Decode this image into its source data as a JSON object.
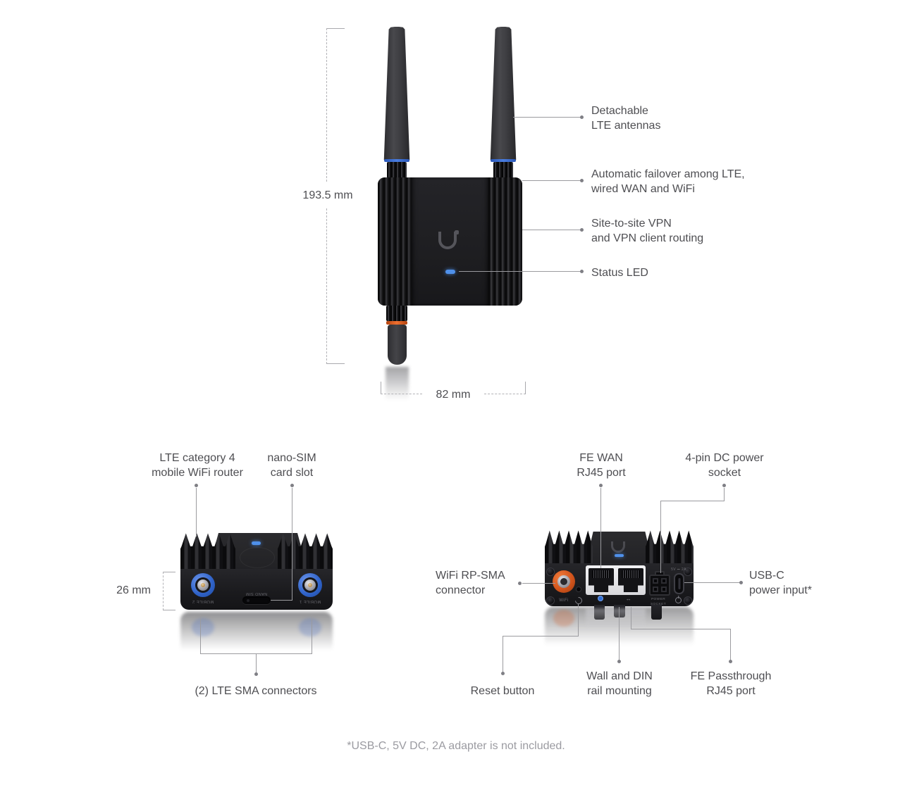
{
  "colors": {
    "background": "#ffffff",
    "label_text": "#4e4e52",
    "callout_line": "#9b9b9f",
    "footnote_text": "#9b9ba1",
    "antenna_ring_blue": "#3d6ed2",
    "wifi_ring_orange": "#e05a20",
    "status_led_blue": "#4f90ea"
  },
  "top_view": {
    "dim_height": "193.5 mm",
    "dim_width": "82 mm",
    "callout_antennas": {
      "line1": "Detachable",
      "line2": "LTE antennas"
    },
    "callout_failover": {
      "line1": "Automatic failover among LTE,",
      "line2": "wired WAN and WiFi"
    },
    "callout_vpn": {
      "line1": "Site-to-site VPN",
      "line2": "and VPN client routing"
    },
    "callout_led": {
      "line1": "Status LED"
    }
  },
  "bottom_left_view": {
    "dim_height": "26 mm",
    "callout_router": {
      "line1": "LTE category 4",
      "line2": "mobile WiFi router"
    },
    "callout_sim": {
      "line1": "nano-SIM",
      "line2": "card slot"
    },
    "callout_sma": {
      "line1": "(2) LTE SMA connectors"
    },
    "labels": {
      "mobile2": "MOBILE 2",
      "mobile1": "MOBILE 1",
      "nano_sim": "NANO SIM"
    }
  },
  "bottom_right_view": {
    "callout_wan": {
      "line1": "FE WAN",
      "line2": "RJ45 port"
    },
    "callout_dc": {
      "line1": "4-pin DC power",
      "line2": "socket"
    },
    "callout_wifi": {
      "line1": "WiFi RP-SMA",
      "line2": "connector"
    },
    "callout_usbc": {
      "line1": "USB-C",
      "line2": "power input*"
    },
    "callout_reset": {
      "line1": "Reset button"
    },
    "callout_mount": {
      "line1": "Wall and DIN",
      "line2": "rail mounting"
    },
    "callout_passthrough": {
      "line1": "FE Passthrough",
      "line2": "RJ45 port"
    },
    "labels": {
      "wifi": "WiFi",
      "power_socket": "POWER SOCKET",
      "usb_power": "5V ⎓ 2A",
      "passthrough_icon": "↔"
    }
  },
  "footnote": "*USB-C, 5V DC, 2A adapter is not included."
}
